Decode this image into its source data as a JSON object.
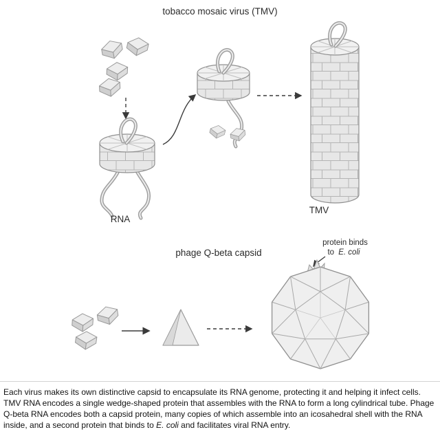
{
  "figure": {
    "tmv": {
      "title": "tobacco mosaic virus (TMV)",
      "rna_label": "RNA",
      "tmv_label": "TMV"
    },
    "qbeta": {
      "title": "phage Q-beta capsid",
      "annotation_line1": "protein binds",
      "annotation_to": "to",
      "annotation_ecoli": "E. coli"
    }
  },
  "caption": {
    "part1": "Each virus makes its own distinctive capsid to encapsulate its RNA genome, protecting it and helping it infect cells. TMV RNA encodes a single wedge-shaped protein that assembles with the RNA to form a long cylindrical tube. Phage Q-beta RNA encodes both a capsid protein, many copies of which assemble into an icosahedral shell with the RNA inside, and a second protein that binds to ",
    "ecoli": "E. coli",
    "part2": " and facilitates viral RNA entry."
  },
  "colors": {
    "outline": "#8f8f8f",
    "shape_fill": "#ececec",
    "brick_line": "#b4b4b4",
    "text": "#2b2b2b",
    "divider": "#d2d2d2"
  }
}
